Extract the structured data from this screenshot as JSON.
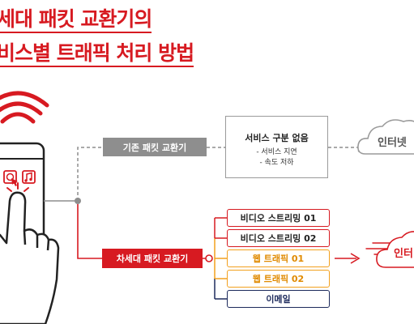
{
  "title": {
    "line1": "세대 패킷 교환기의",
    "line2": "비스별 트래픽 처리 방법"
  },
  "legacy": {
    "label": "기존 패킷 교환기",
    "box_title": "서비스 구분 없음",
    "box_items": [
      "- 서비스 지연",
      "- 속도 저하"
    ],
    "cloud": "인터넷"
  },
  "next_gen": {
    "label": "차세대 패킷 교환기",
    "cloud": "인터"
  },
  "services": [
    {
      "label": "비디오 스트리밍 01",
      "style": "red"
    },
    {
      "label": "비디오 스트리밍 02",
      "style": "red"
    },
    {
      "label": "웹 트래픽 01",
      "style": "orange"
    },
    {
      "label": "웹 트래픽 02",
      "style": "orange"
    },
    {
      "label": "이메일",
      "style": "navy"
    }
  ],
  "colors": {
    "accent": "#d71a21",
    "gray": "#8e8e8e",
    "orange": "#f2a01e",
    "navy": "#1d2a5c"
  },
  "icons": [
    "wifi-icon",
    "smartphone-icon",
    "globe-app-icon",
    "music-app-icon",
    "hand-pointer-icon",
    "cloud-icon"
  ]
}
